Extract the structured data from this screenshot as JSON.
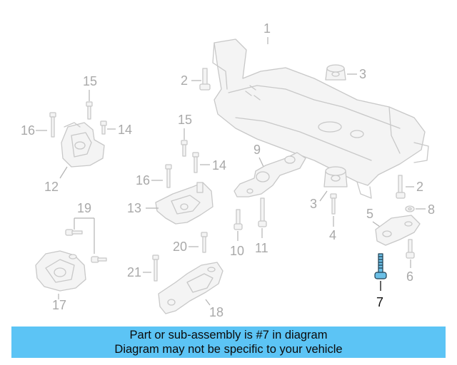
{
  "diagram": {
    "callouts": [
      "1",
      "2",
      "3",
      "15",
      "16",
      "14",
      "12",
      "9",
      "15",
      "16",
      "14",
      "3",
      "2",
      "8",
      "13",
      "19",
      "5",
      "4",
      "10",
      "11",
      "20",
      "21",
      "17",
      "18",
      "6",
      "7"
    ],
    "highlighted_part": "7"
  },
  "banner": {
    "line1": "Part or sub-assembly is #7 in diagram",
    "line2": "Diagram may not be specific to your vehicle"
  },
  "colors": {
    "banner_bg": "#5cc4f5",
    "highlight_part": "#6bbfe6",
    "inactive_line": "#c8c8c8",
    "inactive_text": "#a9a9a9"
  }
}
